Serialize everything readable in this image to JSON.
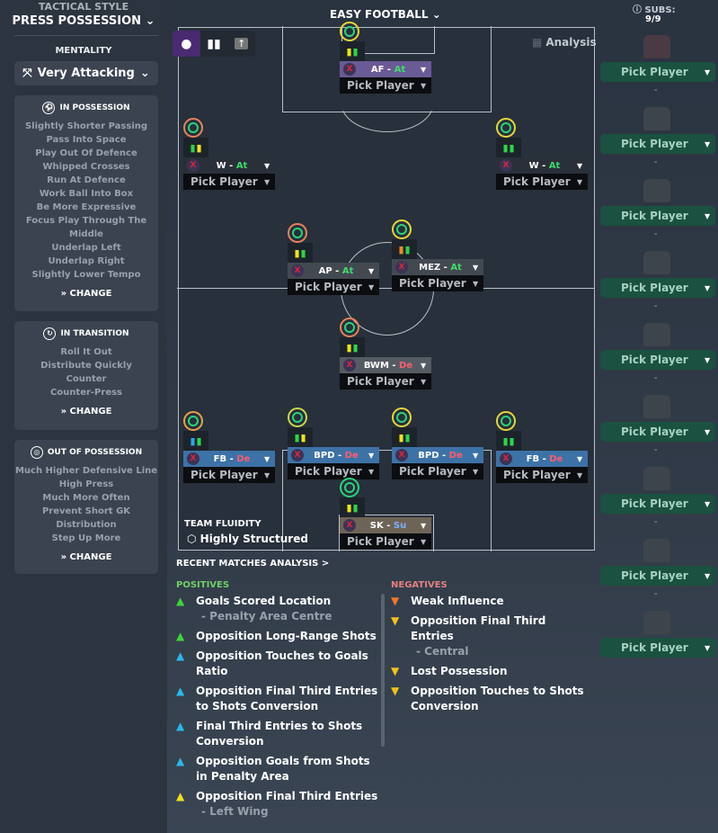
{
  "left": {
    "tactical_style_label": "TACTICAL STYLE",
    "tactical_style": "PRESS POSSESSION",
    "mentality_label": "MENTALITY",
    "mentality": "Very Attacking",
    "in_possession": {
      "title": "IN POSSESSION",
      "items": [
        "Slightly Shorter Passing",
        "Pass Into Space",
        "Play Out Of Defence",
        "Whipped Crosses",
        "Run At Defence",
        "Work Ball Into Box",
        "Be More Expressive",
        "Focus Play Through The Middle",
        "Underlap Left",
        "Underlap Right",
        "Slightly Lower Tempo"
      ],
      "change": "CHANGE"
    },
    "in_transition": {
      "title": "IN TRANSITION",
      "items": [
        "Roll It Out",
        "Distribute Quickly",
        "Counter",
        "Counter-Press"
      ],
      "change": "CHANGE"
    },
    "out_of_possession": {
      "title": "OUT OF POSSESSION",
      "items": [
        "Much Higher Defensive Line",
        "High Press",
        "Much More Often",
        "Prevent Short GK",
        "Distribution",
        "Step Up More"
      ],
      "change": "CHANGE"
    }
  },
  "formation": {
    "name": "EASY FOOTBALL",
    "analysis": "Analysis"
  },
  "players": [
    {
      "role": "AF",
      "duty": "At",
      "pick": "Pick Player",
      "role_color": "#6a5a96",
      "duty_color": "#3ddc6a",
      "ring": "#e6d63a",
      "feet": [
        "#f1e21c",
        "#2bd64a"
      ]
    },
    {
      "role": "W",
      "duty": "At",
      "pick": "Pick Player",
      "role_color": "#2a3039",
      "duty_color": "#3ddc6a",
      "ring": "#e8825a",
      "feet": [
        "#2bd64a",
        "#f1e21c"
      ]
    },
    {
      "role": "W",
      "duty": "At",
      "pick": "Pick Player",
      "role_color": "#2a3039",
      "duty_color": "#3ddc6a",
      "ring": "#e6d63a",
      "feet": [
        "#2bd64a",
        "#2bd64a"
      ]
    },
    {
      "role": "AP",
      "duty": "At",
      "pick": "Pick Player",
      "role_color": "#434951",
      "duty_color": "#3ddc6a",
      "ring": "#e8825a",
      "feet": [
        "#f1e21c",
        "#2bd64a"
      ]
    },
    {
      "role": "MEZ",
      "duty": "At",
      "pick": "Pick Player",
      "role_color": "#434951",
      "duty_color": "#3ddc6a",
      "ring": "#e6d63a",
      "feet": [
        "#f08a2a",
        "#2bd64a"
      ]
    },
    {
      "role": "BWM",
      "duty": "De",
      "pick": "Pick Player",
      "role_color": "#555b63",
      "duty_color": "#ff5d6e",
      "ring": "#e8825a",
      "feet": [
        "#f1e21c",
        "#2bd64a"
      ]
    },
    {
      "role": "FB",
      "duty": "De",
      "pick": "Pick Player",
      "role_color": "#3d72a6",
      "duty_color": "#ff5d6e",
      "ring": "#e8a04a",
      "feet": [
        "#2aa8e8",
        "#2bd64a"
      ]
    },
    {
      "role": "BPD",
      "duty": "De",
      "pick": "Pick Player",
      "role_color": "#3d72a6",
      "duty_color": "#ff5d6e",
      "ring": "#c8d84a",
      "feet": [
        "#2bd64a",
        "#f1e21c"
      ]
    },
    {
      "role": "BPD",
      "duty": "De",
      "pick": "Pick Player",
      "role_color": "#3d72a6",
      "duty_color": "#ff5d6e",
      "ring": "#e6d63a",
      "feet": [
        "#f1e21c",
        "#2bd64a"
      ]
    },
    {
      "role": "FB",
      "duty": "De",
      "pick": "Pick Player",
      "role_color": "#3d72a6",
      "duty_color": "#ff5d6e",
      "ring": "#e6d63a",
      "feet": [
        "#2bd64a",
        "#2bd64a"
      ]
    },
    {
      "role": "SK",
      "duty": "Su",
      "pick": "Pick Player",
      "role_color": "#6d6457",
      "duty_color": "#7fb0ff",
      "ring": "#2bd37a",
      "feet": [
        "#f1e21c",
        "#2bd64a"
      ]
    }
  ],
  "fluidity": {
    "label": "TEAM FLUIDITY",
    "value": "Highly Structured"
  },
  "analysis": {
    "title": "RECENT MATCHES ANALYSIS >",
    "positives_label": "POSITIVES",
    "negatives_label": "NEGATIVES",
    "positives": [
      {
        "text": "Goals Scored Location",
        "sub": "- Penalty Area Centre",
        "color": "#3fd43a"
      },
      {
        "text": "Opposition Long-Range Shots",
        "color": "#3fd43a"
      },
      {
        "text": "Opposition Touches to Goals Ratio",
        "color": "#2ab8e8"
      },
      {
        "text": "Opposition Final Third Entries to Shots Conversion",
        "color": "#2ab8e8"
      },
      {
        "text": "Final Third Entries to Shots Conversion",
        "color": "#2ab8e8"
      },
      {
        "text": "Opposition Goals from Shots in Penalty Area",
        "color": "#2ab8e8"
      },
      {
        "text": "Opposition Final Third Entries",
        "sub": "- Left Wing",
        "color": "#f1e21c"
      }
    ],
    "negatives": [
      {
        "text": "Weak Influence",
        "color": "#f0762a"
      },
      {
        "text": "Opposition Final Third Entries",
        "sub": "- Central",
        "color": "#f1c21c"
      },
      {
        "text": "Lost Possession",
        "color": "#f1c21c"
      },
      {
        "text": "Opposition Touches to Shots Conversion",
        "color": "#f1c21c"
      }
    ]
  },
  "subs": {
    "label": "SUBS:",
    "count": "9/9",
    "slots": [
      "Pick Player",
      "Pick Player",
      "Pick Player",
      "Pick Player",
      "Pick Player",
      "Pick Player",
      "Pick Player",
      "Pick Player",
      "Pick Player"
    ],
    "dash": "-"
  }
}
